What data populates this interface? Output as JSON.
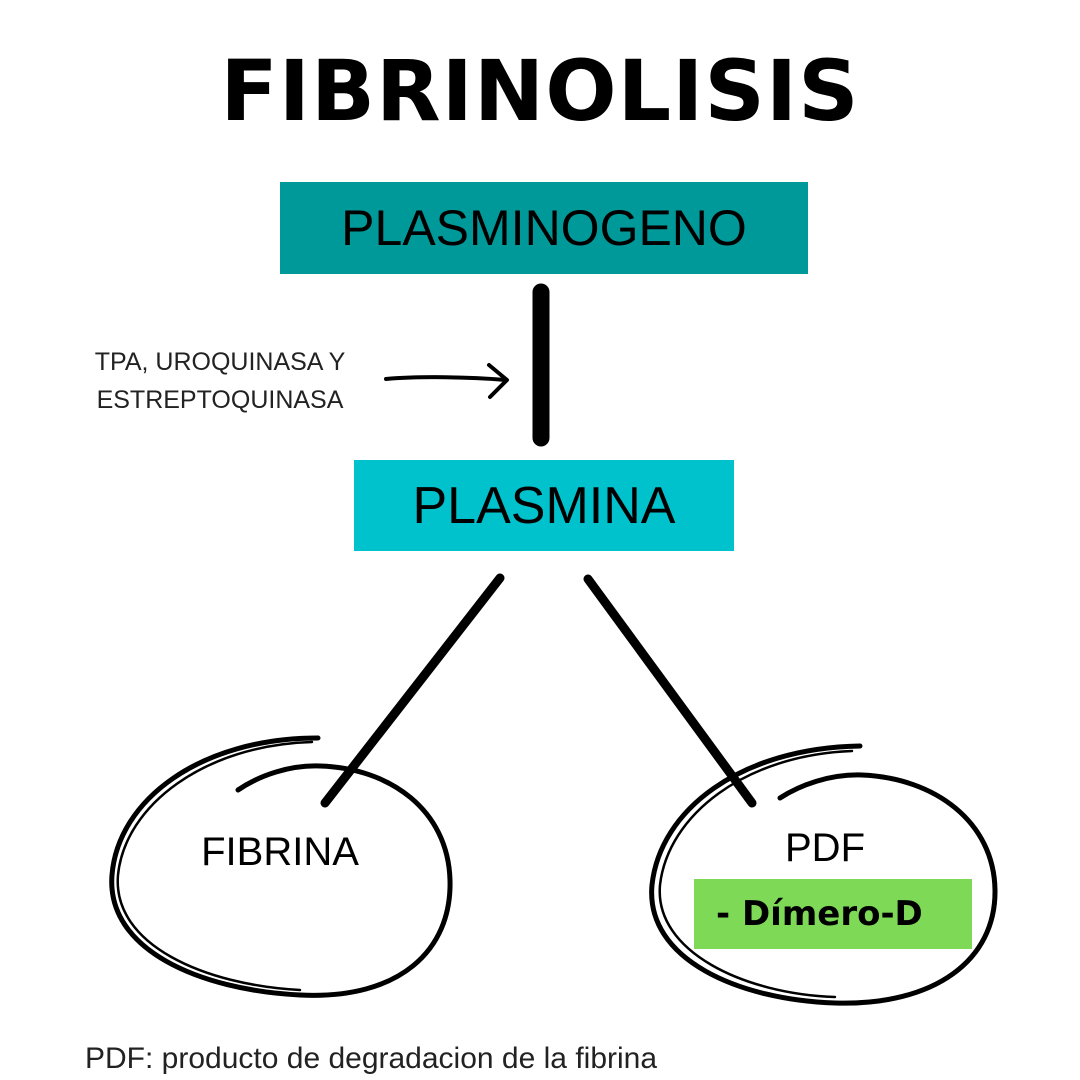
{
  "title": "FIBRINOLISIS",
  "nodes": {
    "plasminogeno": "PLASMINOGENO",
    "plasmina": "PLASMINA",
    "fibrina": "FIBRINA",
    "pdf": "PDF",
    "dimero": "- Dímero-D"
  },
  "activators": {
    "line1": "TPA, UROQUINASA Y",
    "line2": "ESTREPTOQUINASA"
  },
  "footnote": "PDF: producto de degradacion de la fibrina",
  "colors": {
    "plasminogeno_box": "#00999a",
    "plasmina_box": "#00c2cc",
    "dimero_badge": "#7ed957",
    "ink": "#000000"
  }
}
